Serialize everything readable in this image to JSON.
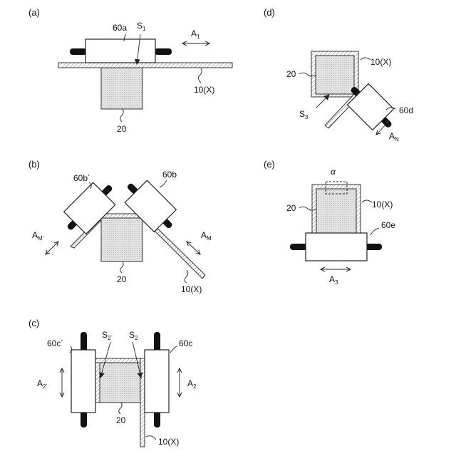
{
  "panels": {
    "a": {
      "label": "(a)",
      "head_label": "60a",
      "contact_label": "S",
      "contact_sub": "1",
      "arrow_label": "A",
      "arrow_sub": "1",
      "sheet_label": "10(X)",
      "block_label": "20"
    },
    "b": {
      "label": "(b)",
      "head_left_label": "60b´",
      "head_right_label": "60b",
      "arrow_left_label": "A",
      "arrow_left_sub": "M´",
      "arrow_right_label": "A",
      "arrow_right_sub": "M",
      "block_label": "20",
      "sheet_label": "10(X)"
    },
    "c": {
      "label": "(c)",
      "head_left_label": "60c´",
      "head_right_label": "60c",
      "contact_left_label": "S",
      "contact_left_sub": "2´",
      "contact_right_label": "S",
      "contact_right_sub": "2",
      "arrow_left_label": "A",
      "arrow_left_sub": "2´",
      "arrow_right_label": "A",
      "arrow_right_sub": "2",
      "block_label": "20",
      "sheet_label": "10(X)"
    },
    "d": {
      "label": "(d)",
      "sheet_label": "10(X)",
      "block_label": "20",
      "contact_label": "S",
      "contact_sub": "3",
      "head_label": "60d",
      "arrow_label": "A",
      "arrow_sub": "N"
    },
    "e": {
      "label": "(e)",
      "region_label": "α",
      "sheet_label": "10(X)",
      "block_label": "20",
      "head_label": "60e",
      "arrow_label": "A",
      "arrow_sub": "3"
    }
  }
}
